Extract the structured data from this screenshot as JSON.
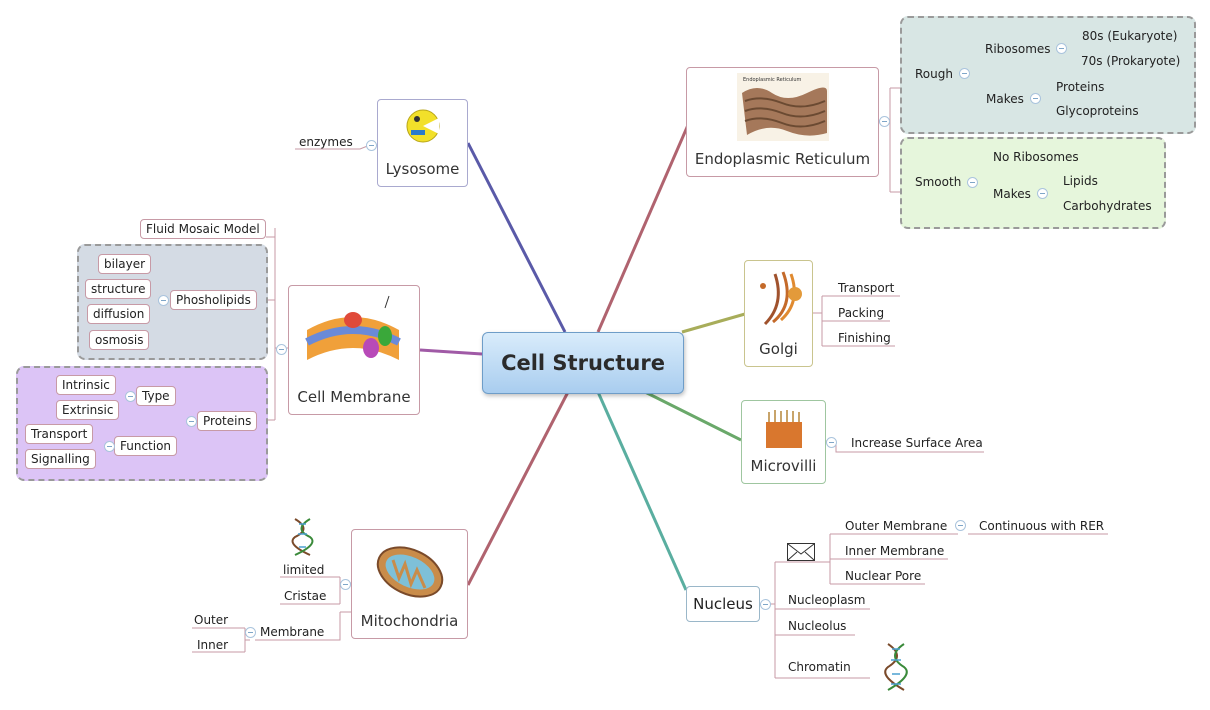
{
  "central": "Cell Structure",
  "branches": {
    "er": {
      "title": "Endoplasmic Reticulum",
      "image_caption": "Endoplasmic Reticulum",
      "rough": {
        "label": "Rough",
        "ribosomes": "Ribosomes",
        "r80": "80s (Eukaryote)",
        "r70": "70s (Prokaryote)",
        "makes": "Makes",
        "proteins": "Proteins",
        "glyco": "Glycoproteins"
      },
      "smooth": {
        "label": "Smooth",
        "noribo": "No Ribosomes",
        "makes": "Makes",
        "lipids": "Lipids",
        "carbs": "Carbohydrates"
      }
    },
    "golgi": {
      "title": "Golgi",
      "items": [
        "Transport",
        "Packing",
        "Finishing"
      ]
    },
    "microvilli": {
      "title": "Microvilli",
      "items": [
        "Increase Surface Area"
      ]
    },
    "nucleus": {
      "title": "Nucleus",
      "outer": "Outer Membrane",
      "continuous": "Continuous with RER",
      "inner": "Inner Membrane",
      "pore": "Nuclear Pore",
      "nucleoplasm": "Nucleoplasm",
      "nucleolus": "Nucleolus",
      "chromatin": "Chromatin"
    },
    "lysosome": {
      "title": "Lysosome",
      "items": [
        "enzymes"
      ]
    },
    "membrane": {
      "title": "Cell Membrane",
      "fluid": "Fluid Mosaic Model",
      "phospholipids": "Phosholipids",
      "phos_items": [
        "bilayer",
        "structure",
        "diffusion",
        "osmosis"
      ],
      "proteins": "Proteins",
      "type": "Type",
      "intrinsic": "Intrinsic",
      "extrinsic": "Extrinsic",
      "function": "Function",
      "transport": "Transport",
      "signalling": "Signalling"
    },
    "mito": {
      "title": "Mitochondria",
      "limited": "limited",
      "cristae": "Cristae",
      "membrane": "Membrane",
      "outer": "Outer",
      "inner": "Inner"
    }
  },
  "colors": {
    "er_line": "#b0636f",
    "lysosome_line": "#5a5aa8",
    "golgi_line": "#a8ad5a",
    "membrane_line": "#a05aa6",
    "microvilli_line": "#6aa86a",
    "mito_line": "#b0636f",
    "nucleus_line": "#5aaea0",
    "rough_region": "#d8e6e4",
    "smooth_region": "#e6f6dc",
    "phos_region": "#d4dbe4",
    "proteins_region": "#dcc4f6"
  }
}
